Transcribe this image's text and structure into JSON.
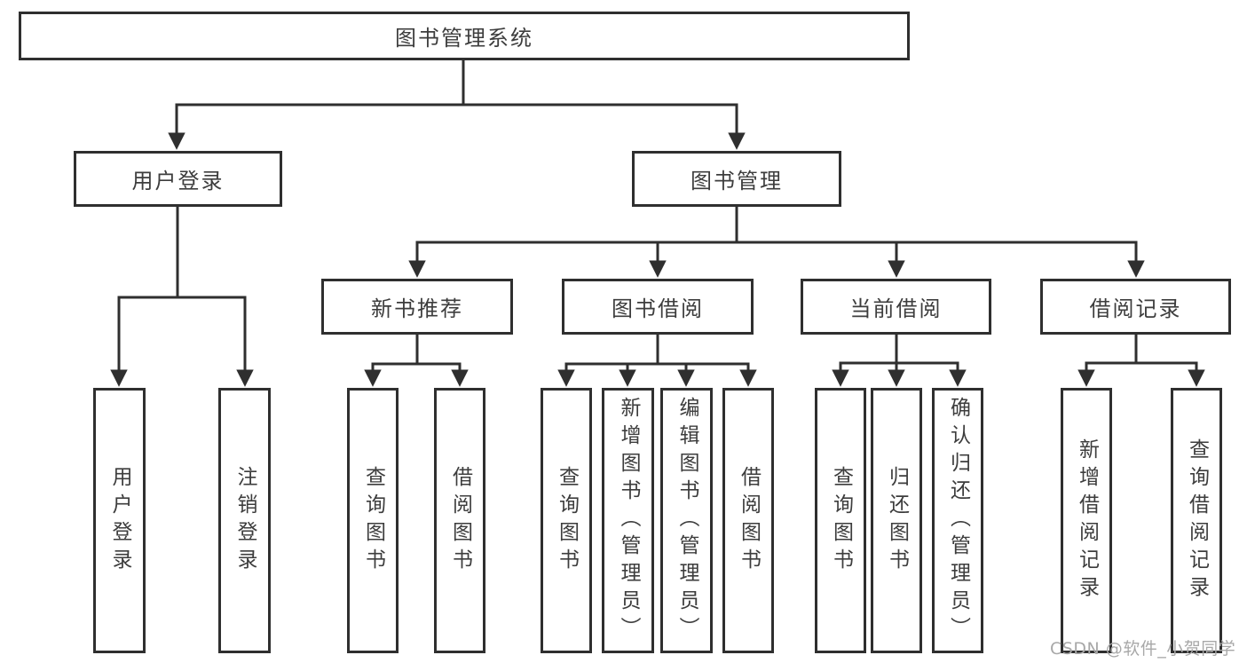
{
  "diagram": {
    "title": "图书管理系统",
    "level2": {
      "user_login": "用户登录",
      "book_management": "图书管理"
    },
    "level3": {
      "new_book_recommend": "新书推荐",
      "book_borrowing": "图书借阅",
      "current_borrowing": "当前借阅",
      "borrow_records": "借阅记录"
    },
    "leaves": {
      "user_login": "用户登录",
      "logout": "注销登录",
      "rec_query_book": "查询图书",
      "rec_borrow_book": "借阅图书",
      "bb_query_book": "查询图书",
      "bb_add_book": "新增图书（管理员）",
      "bb_edit_book": "编辑图书（管理员）",
      "bb_borrow_book": "借阅图书",
      "cb_query_book": "查询图书",
      "cb_return_book": "归还图书",
      "cb_confirm_return": "确认归还（管理员）",
      "br_add_record": "新增借阅记录",
      "br_query_record": "查询借阅记录"
    }
  },
  "watermark": "CSDN @软件_小贺同学",
  "colors": {
    "line": "#2f2f2f",
    "text": "#3d3d3d",
    "watermark": "#a8a8a8",
    "background": "#ffffff"
  }
}
